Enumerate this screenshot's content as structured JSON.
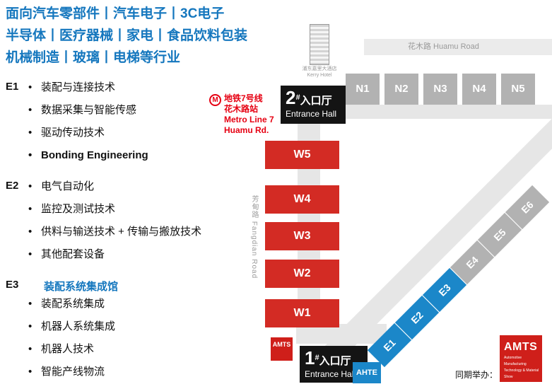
{
  "header": {
    "line1": "面向汽车零部件丨汽车电子丨3C电子",
    "line2": "半导体丨医疗器械丨家电丨食品饮料包装",
    "line3": "机械制造丨玻璃丨电梯等行业"
  },
  "program": {
    "e1": {
      "label": "E1",
      "items": [
        "装配与连接技术",
        "数据采集与智能传感",
        "驱动传动技术",
        "Bonding Engineering"
      ]
    },
    "e2": {
      "label": "E2",
      "items": [
        "电气自动化",
        "监控及测试技术",
        "供料与输送技术 + 传输与搬放技术",
        "其他配套设备"
      ]
    },
    "e3": {
      "label": "E3",
      "heading": "装配系统集成馆",
      "items": [
        "装配系统集成",
        "机器人系统集成",
        "机器人技术",
        "智能产线物流"
      ]
    }
  },
  "map": {
    "kerry_hotel": {
      "cn": "浦东嘉里大酒店",
      "en": "Kerry Hotel"
    },
    "huamu_road": "花木路 Huamu Road",
    "fangdian_road": "芳甸路 Fangdian Road",
    "metro": {
      "logo": "M",
      "line1": "地铁7号线",
      "line2": "花木路站",
      "line3": "Metro Line 7",
      "line4": "Huamu Rd."
    },
    "entrance2": {
      "num": "2",
      "hash": "#",
      "cn": "入口厅",
      "en": "Entrance Hall"
    },
    "entrance1": {
      "num": "1",
      "hash": "#",
      "cn": "入口厅",
      "en": "Entrance Hall"
    },
    "halls_n": [
      "N1",
      "N2",
      "N3",
      "N4",
      "N5"
    ],
    "halls_w": [
      "W5",
      "W4",
      "W3",
      "W2",
      "W1"
    ],
    "halls_e": [
      "E1",
      "E2",
      "E3",
      "E4",
      "E5",
      "E6"
    ],
    "amts_small": {
      "title": "AMTS"
    },
    "ahte_logo": {
      "title": "AHTE"
    },
    "concurrent_label": "同期举办：",
    "amts_logo": {
      "title": "AMTS",
      "sub1": "Automotive",
      "sub2": "Manufacturing",
      "sub3": "Technology & Material",
      "sub4": "Show"
    }
  },
  "colors": {
    "heading_blue": "#1577be",
    "hall_red": "#d32b24",
    "hall_blue": "#1b87c9",
    "hall_gray": "#b2b2b2",
    "metro_red": "#e60012",
    "entrance_black": "#141414"
  }
}
